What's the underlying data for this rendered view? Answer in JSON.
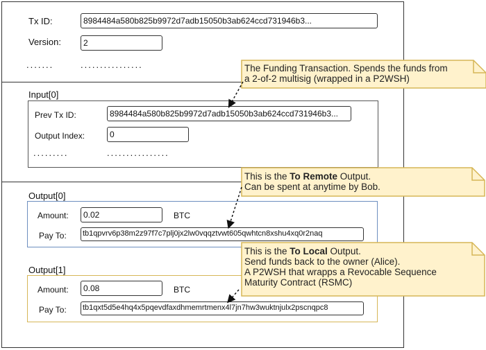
{
  "tx": {
    "txid_label": "Tx ID:",
    "txid_value": "8984484a580b825b9972d7adb15050b3ab624ccd731946b3...",
    "version_label": "Version:",
    "version_value": "2",
    "ellipsis_left": ".......",
    "ellipsis_right": "................"
  },
  "input0": {
    "title": "Input[0]",
    "prev_txid_label": "Prev Tx ID:",
    "prev_txid_value": "8984484a580b825b9972d7adb15050b3ab624ccd731946b3...",
    "output_index_label": "Output Index:",
    "output_index_value": "0",
    "ellipsis_left": ".........",
    "ellipsis_right": "................"
  },
  "output0": {
    "title": "Output[0]",
    "amount_label": "Amount:",
    "amount_value": "0.02",
    "unit": "BTC",
    "payto_label": "Pay To:",
    "payto_value": "tb1qpvrv6p38m2z97f7c7plj0jx2lw0vqqztvwt605qwhtcn8xshu4xq0r2naq"
  },
  "output1": {
    "title": "Output[1]",
    "amount_label": "Amount:",
    "amount_value": "0.08",
    "unit": "BTC",
    "payto_label": "Pay To:",
    "payto_value": "tb1qxt5d5e4hq4x5pqevdfaxdhmemrtmenx4l7jn7hw3wuktnjulx2pscnqpc8"
  },
  "notes": {
    "funding": {
      "line1": "The Funding Transaction.  Spends the funds from",
      "line2": "a 2-of-2 multisig (wrapped in a P2WSH)"
    },
    "to_remote": {
      "line1_pre": "This is the ",
      "line1_bold": "To Remote",
      "line1_post": " Output.",
      "line2": "Can be spent at anytime by Bob."
    },
    "to_local": {
      "line1_pre": "This is the ",
      "line1_bold": "To Local",
      "line1_post": " Output.",
      "line2": "Send funds back to the owner (Alice).",
      "line3": "A P2WSH that wrapps a Revocable Sequence",
      "line4": "Maturity Contract (RSMC)"
    }
  },
  "colors": {
    "note_fill": "#fff2cc",
    "note_border": "#d6b656",
    "output0_border": "#6c8ebf",
    "output1_border": "#d6b656"
  }
}
